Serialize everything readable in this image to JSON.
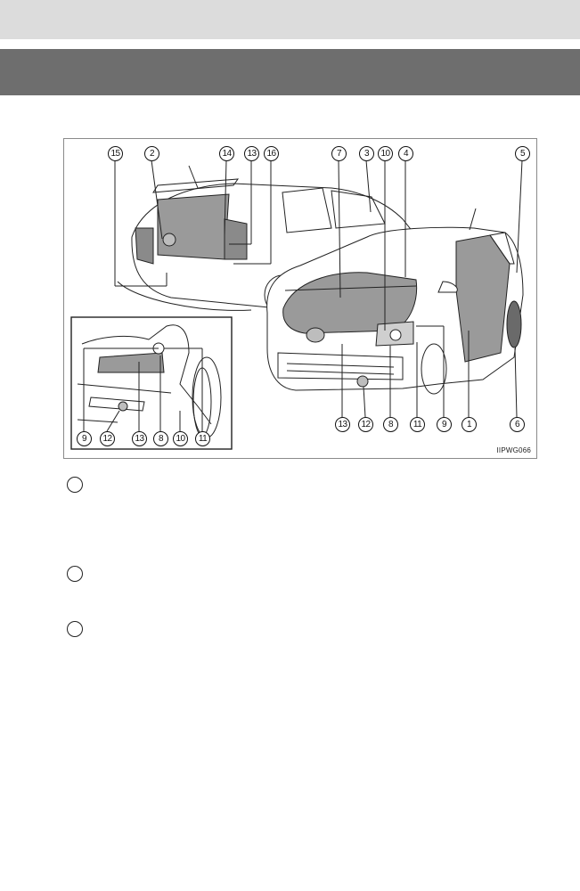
{
  "figure": {
    "code": "IIPWG066",
    "callouts": {
      "c1": "1",
      "c2": "2",
      "c3": "3",
      "c4": "4",
      "c5": "5",
      "c6": "6",
      "c7": "7",
      "c8": "8",
      "c9": "9",
      "c10": "10",
      "c11": "11",
      "c12": "12",
      "c13": "13",
      "c14": "14",
      "c15": "15",
      "c16": "16"
    }
  },
  "colors": {
    "title_band": "#6e6e6e",
    "top_band": "#dcdcdc",
    "panel_gray": "#9a9a9a"
  }
}
